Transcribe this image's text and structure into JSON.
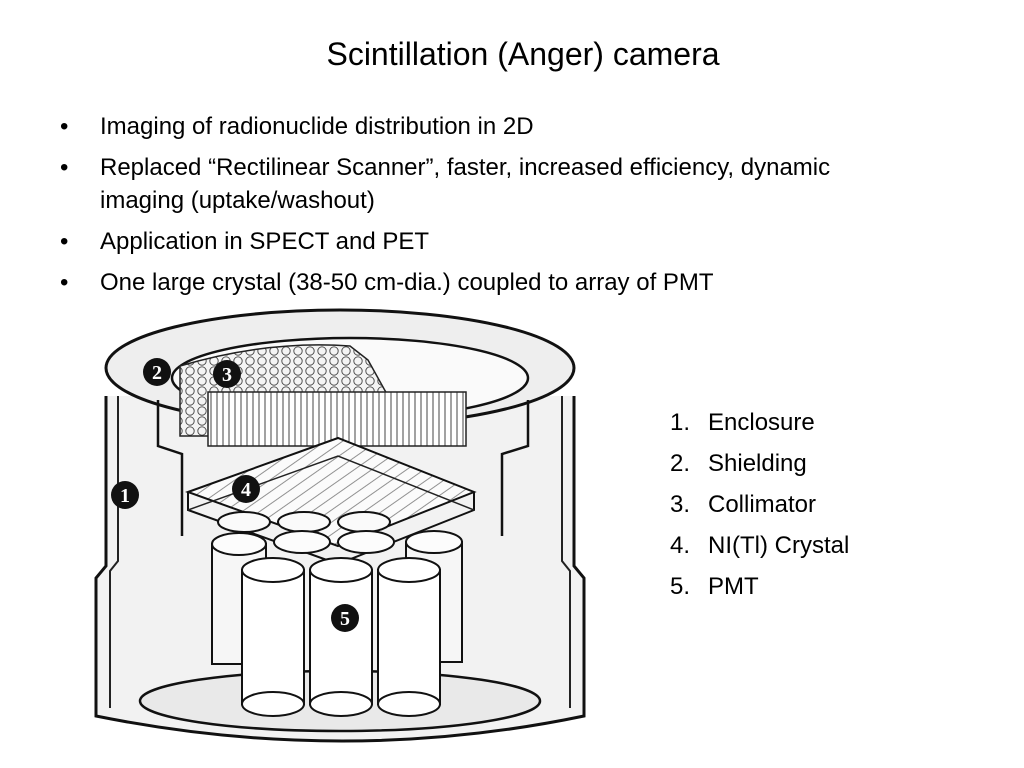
{
  "title": "Scintillation (Anger) camera",
  "bullets": [
    {
      "symbol": "•",
      "text": "Imaging of radionuclide distribution in 2D"
    },
    {
      "symbol": "•",
      "text": "Replaced “Rectilinear Scanner”, faster, increased efficiency, dynamic imaging (uptake/washout)"
    },
    {
      "symbol": "•",
      "text": "Application in SPECT and PET"
    },
    {
      "symbol": "•",
      "text": "One large crystal (38-50 cm-dia.) coupled to array of PMT"
    }
  ],
  "figure": {
    "callouts": [
      "1",
      "2",
      "3",
      "4",
      "5"
    ]
  },
  "legend": [
    {
      "number": "1.",
      "label": "Enclosure"
    },
    {
      "number": "2.",
      "label": "Shielding"
    },
    {
      "number": "3.",
      "label": "Collimator"
    },
    {
      "number": "4.",
      "label": "NI(Tl) Crystal"
    },
    {
      "number": "5.",
      "label": "PMT"
    }
  ]
}
